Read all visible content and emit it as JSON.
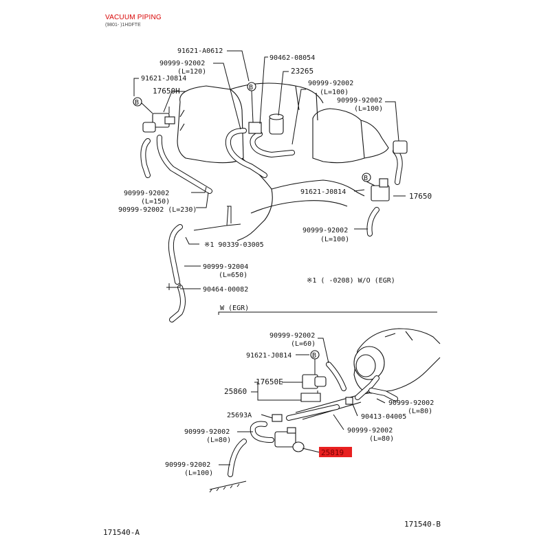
{
  "header": {
    "title": "VACUUM PIPING",
    "subtitle": "(9801-  )1HDFTE"
  },
  "labels": {
    "p91621_A0612": "91621-A0612",
    "p90462_08054": "90462-08054",
    "p90999_92002_120": "90999-92002",
    "l120": "(L=120)",
    "p23265": "23265",
    "p91621_J0814_a": "91621-J0814",
    "p90999_92002_100a": "90999-92002",
    "l100a": "(L=100)",
    "p17650H": "17650H",
    "p90999_92002_100b": "90999-92002",
    "l100b": "(L=100)",
    "p90999_92002_150": "90999-92002",
    "l150": "(L=150)",
    "p90999_92002_230": "90999-92002 (L=230)",
    "p91621_J0814_b": "91621-J0814",
    "p17650": "17650",
    "p90999_92002_100c": "90999-92002",
    "l100c": "(L=100)",
    "p90339_03005": "※1 90339-03005",
    "p90999_92004": "90999-92004",
    "l650": "(L=650)",
    "p90464_00082": "90464-00082",
    "note1": "※1 (      -0208) W/O (EGR)",
    "wegr": "W (EGR)",
    "p90999_92002_60": "90999-92002",
    "l60": "(L=60)",
    "p91621_J0814_c": "91621-J0814",
    "p17650E": "17650E",
    "p25860": "25860",
    "p90999_92002_80a": "90999-92002",
    "l80a": "(L=80)",
    "p25693A": "25693A",
    "p90413_04005": "90413-04005",
    "p90999_92002_80b": "90999-92002",
    "l80b": "(L=80)",
    "p90999_92002_80c": "90999-92002",
    "l80c": "(L=80)",
    "p25819": "25819",
    "p90999_92002_100d": "90999-92002",
    "l100d": "(L=100)",
    "ref_a": "171540-A",
    "ref_b": "171540-B",
    "clip_letter": "B"
  },
  "colors": {
    "title": "#d80000",
    "highlight": "#e82020"
  }
}
